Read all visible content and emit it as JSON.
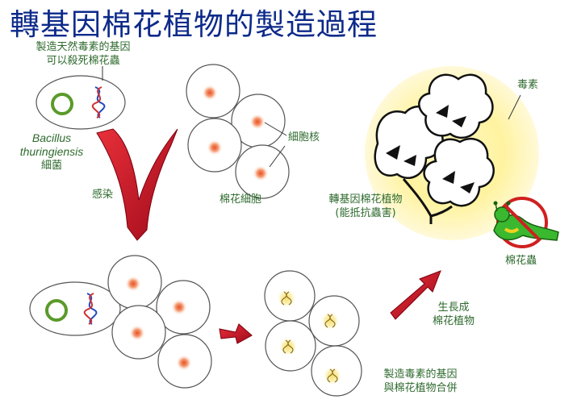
{
  "title": "轉基因棉花植物的製造過程",
  "labels": {
    "bacteria_gene_1": "製造天然毒素的基因",
    "bacteria_gene_2": "可以殺死棉花蟲",
    "bacteria_name_1": "Bacillus",
    "bacteria_name_2": "thuringiensis",
    "bacteria_name_3": "細菌",
    "infection": "感染",
    "nucleus": "細胞核",
    "cotton_cells": "棉花細胞",
    "gm_cotton_1": "轉基因棉花植物",
    "gm_cotton_2": "(能抵抗蟲害)",
    "toxin": "毒素",
    "bollworm": "棉花蟲",
    "grow_1": "生長成",
    "grow_2": "棉花植物",
    "merged_1": "製造毒素的基因",
    "merged_2": "與棉花植物合併"
  },
  "colors": {
    "title": "#0d2a8a",
    "label": "#2e6a2e",
    "arrow": "#c8102e",
    "plasmid": "#5a9a2a",
    "nucleus": "#e85030",
    "glow": "#fff3a8"
  }
}
